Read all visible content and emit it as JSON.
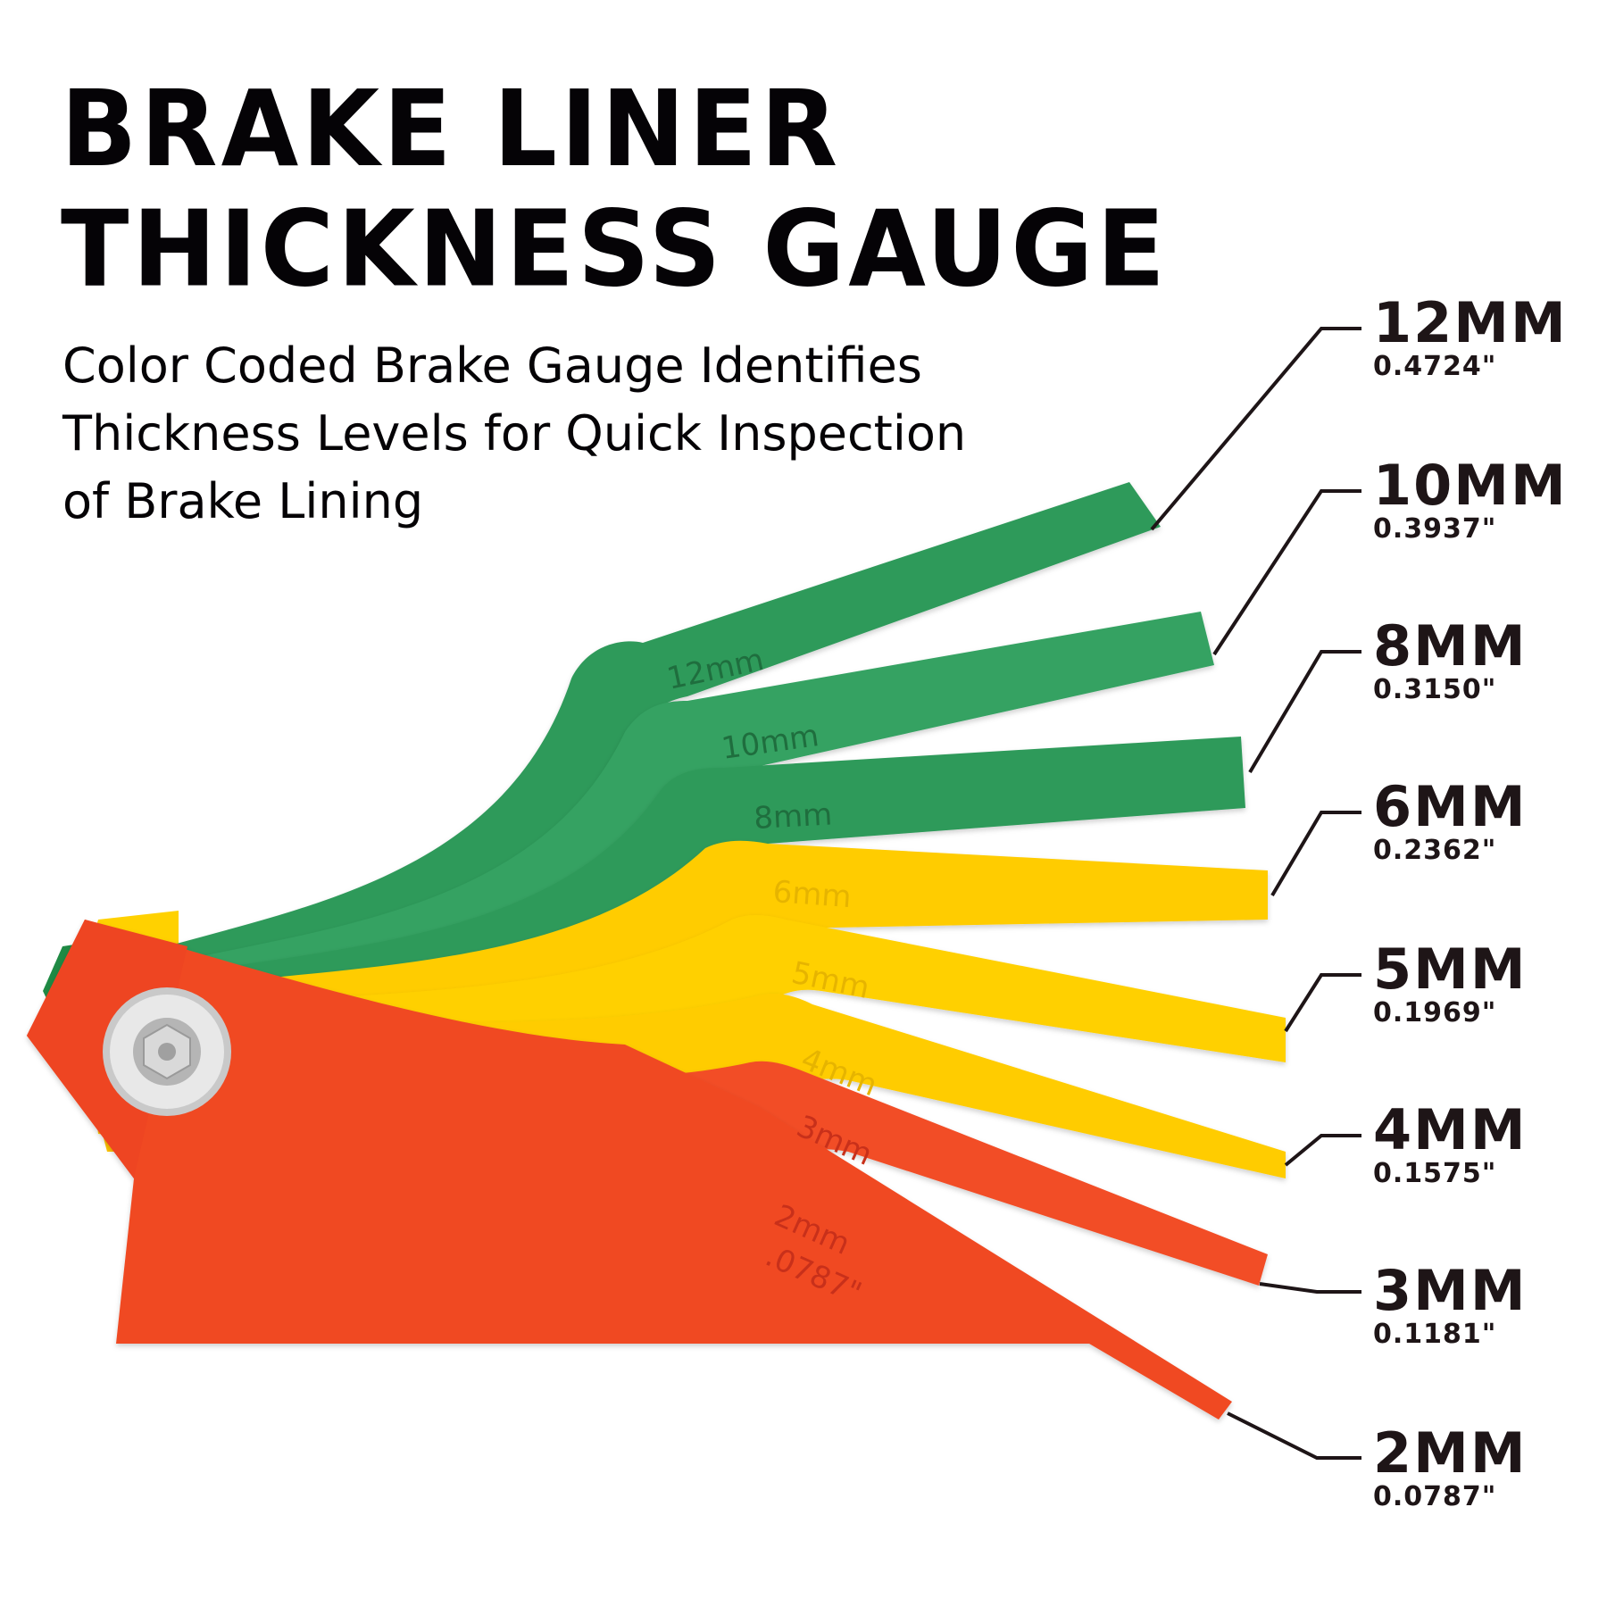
{
  "title": {
    "line1": "BRAKE LINER",
    "line2": "THICKNESS GAUGE"
  },
  "subtitle": {
    "line1": "Color Coded Brake Gauge Identifies",
    "line2": "Thickness Levels for Quick Inspection",
    "line3": "of Brake Lining"
  },
  "colors": {
    "green": "#2f9a5a",
    "yellow": "#ffcc00",
    "red": "#f04a24",
    "text": "#1e1517"
  },
  "labels": [
    {
      "mm": "12MM",
      "inch": "0.4724\""
    },
    {
      "mm": "10MM",
      "inch": "0.3937\""
    },
    {
      "mm": "8MM",
      "inch": "0.3150\""
    },
    {
      "mm": "6MM",
      "inch": "0.2362\""
    },
    {
      "mm": "5MM",
      "inch": "0.1969\""
    },
    {
      "mm": "4MM",
      "inch": "0.1575\""
    },
    {
      "mm": "3MM",
      "inch": "0.1181\""
    },
    {
      "mm": "2MM",
      "inch": "0.0787\""
    }
  ],
  "blade_marks": {
    "b12": "12mm",
    "b10": "10mm",
    "b8": "8mm",
    "b6": "6mm",
    "b5": "5mm",
    "b4": "4mm",
    "b3": "3mm",
    "b2": "2mm",
    "b2_inch": ".0787\""
  }
}
